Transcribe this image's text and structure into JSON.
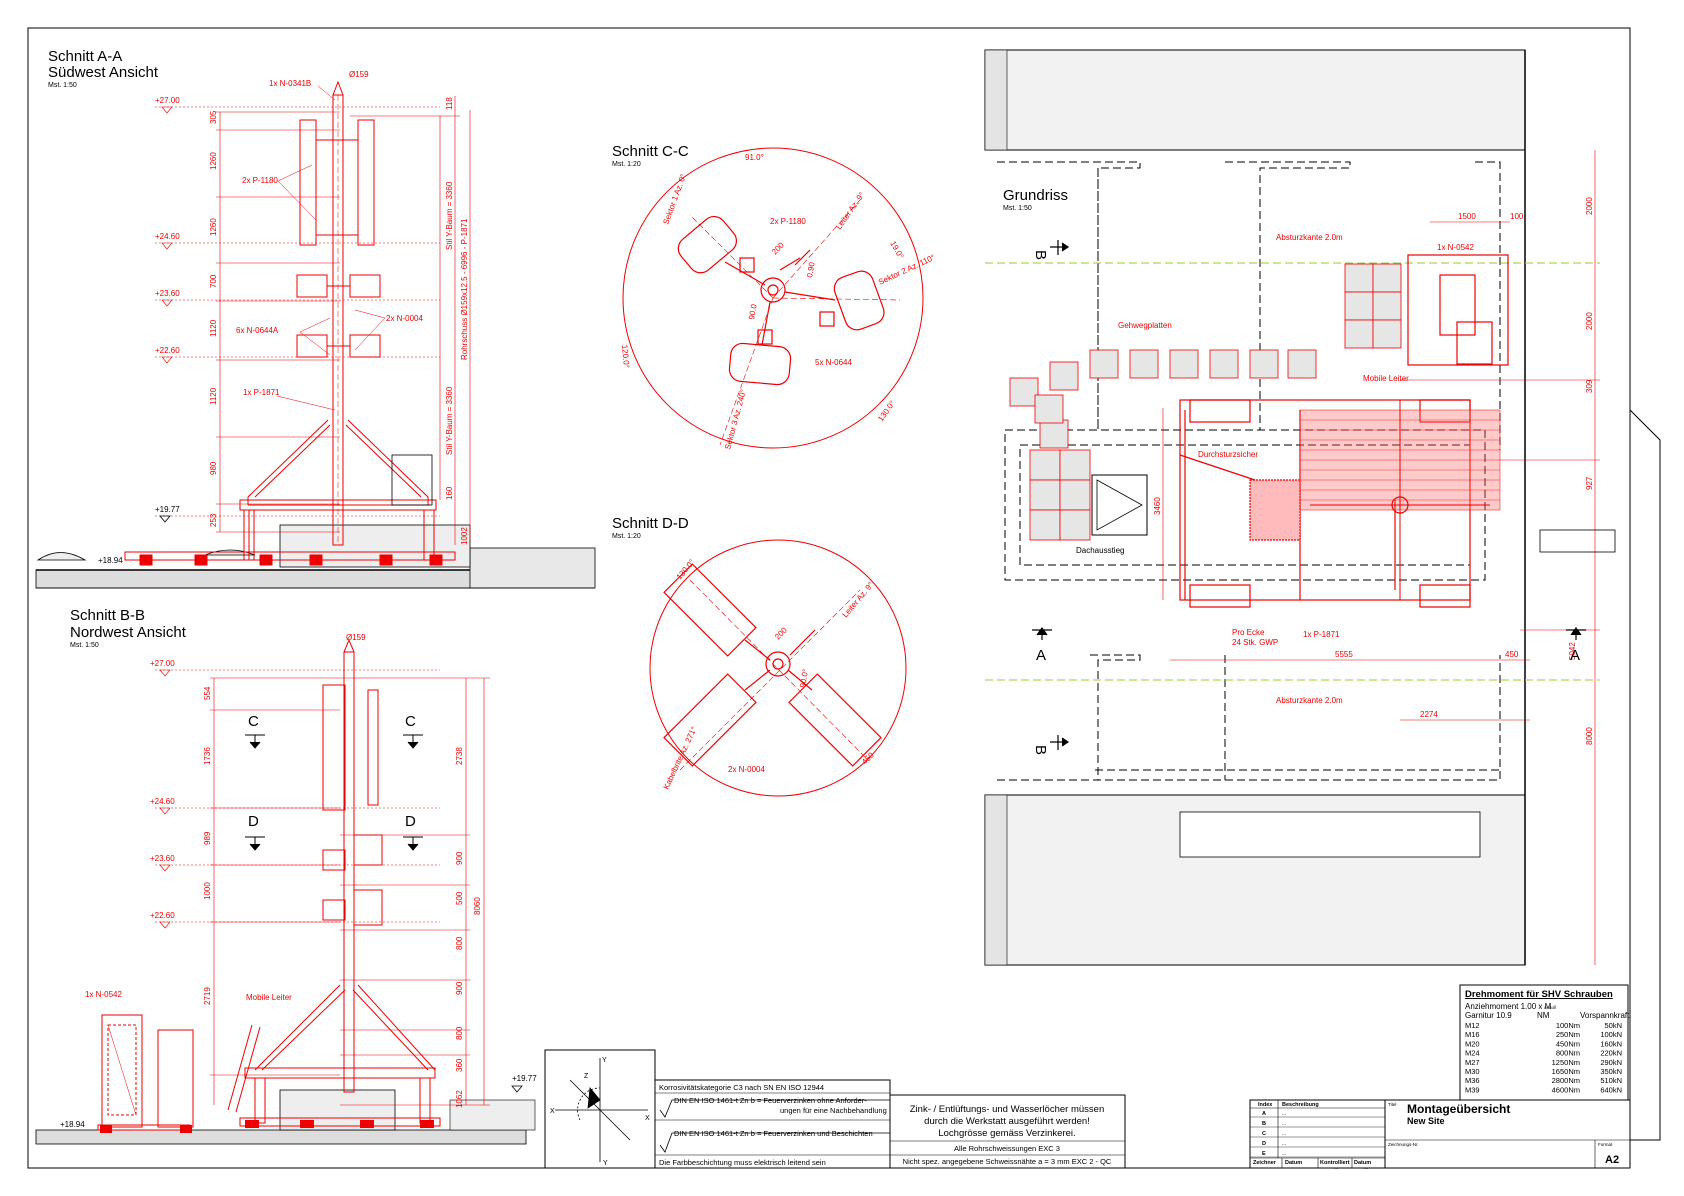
{
  "views": {
    "schnitt_aa": {
      "title1": "Schnitt A-A",
      "title2": "Südwest Ansicht",
      "scale": "Mst. 1:50"
    },
    "schnitt_bb": {
      "title1": "Schnitt B-B",
      "title2": "Nordwest Ansicht",
      "scale": "Mst. 1:50"
    },
    "schnitt_cc": {
      "title": "Schnitt C-C",
      "scale": "Mst. 1:20"
    },
    "schnitt_dd": {
      "title": "Schnitt D-D",
      "scale": "Mst. 1:20"
    },
    "grundriss": {
      "title": "Grundriss",
      "scale": "Mst. 1:50"
    }
  },
  "labels_aa": {
    "pipe_dia": "Ø159",
    "n0341b": "1x N-0341B",
    "p1180": "2x P-1180",
    "n0644a": "6x N-0644A",
    "n0004": "2x N-0004",
    "p1871": "1x P-1871",
    "lvl1": "+27.00",
    "lvl2": "+24.60",
    "lvl3": "+23.60",
    "lvl4": "+22.60",
    "lvl5": "+19.77",
    "lvl6": "+18.94",
    "d1": "305",
    "d2": "1260",
    "d3": "1260",
    "d4": "700",
    "d5": "1120",
    "d6": "1120",
    "d7": "980",
    "d8": "253",
    "r1": "118",
    "r2": "160",
    "r3": "1002",
    "v1": "Stil Y-Baum = 3360",
    "v2": "Rohrschuss Ø159x12.5 - 6996 - P-1871",
    "v3": "Stil Y-Baum = 3360"
  },
  "labels_bb": {
    "pipe_dia": "Ø159",
    "cut_c": "C",
    "cut_d": "D",
    "lvl1": "+27.00",
    "lvl2": "+24.60",
    "lvl3": "+23.60",
    "lvl4": "+22.60",
    "lvl5": "+19.77",
    "lvl6": "+18.94",
    "d1": "554",
    "d2": "1736",
    "d3": "989",
    "d4": "1000",
    "d5": "2719",
    "r1": "2738",
    "r2": "900",
    "r3": "500",
    "r4": "800",
    "r5": "900",
    "r6": "800",
    "r7": "360",
    "r8": "1062",
    "r9": "8060",
    "n0542": "1x N-0542",
    "ladder": "Mobile Leiter"
  },
  "labels_cc": {
    "a1": "91.0°",
    "a2": "19.0°",
    "a3": "120.0°",
    "a4": "130.0°",
    "p1180": "2x P-1180",
    "n0644": "5x N-0644",
    "leiter": "Leiter Az. 9°",
    "sektor1": "Sektor 1 Az. 0°",
    "sektor2": "Sektor 2 Az. 110°",
    "sektor3": "Sektor 3 Az. 240°",
    "m200": "200",
    "m090a": "0.90",
    "m090b": "90.0"
  },
  "labels_dd": {
    "a1": "130.0°",
    "a2": "90.0°",
    "leiter": "Leiter Az. 9°",
    "kabel": "Kabelbrite Az. 271°",
    "n0004": "2x N-0004",
    "m200": "200",
    "m450": "450"
  },
  "labels_grund": {
    "cut_b": "B",
    "cut_a": "A",
    "d1500": "1500",
    "d100": "100",
    "d2000a": "2000",
    "d2000b": "2000",
    "d309": "309",
    "d927": "927",
    "d3460": "3460",
    "d5555": "5555",
    "d450": "450",
    "d2274": "2274",
    "d5042": "5042",
    "d8000": "8000",
    "n0542": "1x N-0542",
    "absturz1": "Absturzkante 2.0m",
    "absturz2": "Absturzkante 2.0m",
    "gehweg": "Gehwegplatten",
    "mobile": "Mobile Leiter",
    "durchsturz": "Durchsturzsicher",
    "dachausstieg": "Dachausstieg",
    "proecke1": "Pro Ecke",
    "proecke2": "24 Stk. GWP",
    "p1871": "1x P-1871"
  },
  "torque_table": {
    "title": "Drehmoment für SHV Schrauben",
    "sub": "Anziehmoment 1.00 x M",
    "sub_small": "A-Soll",
    "headers": [
      "Garnitur 10.9",
      "NM",
      "Vorspannkraft"
    ],
    "rows": [
      [
        "M12",
        "100Nm",
        "50kN"
      ],
      [
        "M16",
        "250Nm",
        "100kN"
      ],
      [
        "M20",
        "450Nm",
        "160kN"
      ],
      [
        "M24",
        "800Nm",
        "220kN"
      ],
      [
        "M27",
        "1250Nm",
        "290kN"
      ],
      [
        "M30",
        "1650Nm",
        "350kN"
      ],
      [
        "M36",
        "2800Nm",
        "510kN"
      ],
      [
        "M39",
        "4600Nm",
        "640kN"
      ]
    ]
  },
  "notes": {
    "korr": "Korrosivitätskategorie C3 nach SN EN ISO 12944",
    "din1a": "DIN EN ISO 1461-t Zn b = Feuerverzinken ohne Anforder-",
    "din1b": "ungen für eine Nachbehandlung",
    "din2": "DIN EN ISO 1461-t Zn b = Feuerverzinken und Beschichten",
    "farb": "Die Farbbeschichtung muss elektrisch leitend sein",
    "zink1": "Zink- / Entlüftungs- und Wasserlöcher müssen",
    "zink2": "durch die Werkstatt ausgeführt werden!",
    "zink3": "Lochgrösse gemäss Verzinkerei.",
    "weld1": "Alle Rohrschweissungen EXC 3",
    "weld2": "Nicht spez. angegebene Schweissnähte a = 3 mm EXC 2 - QC"
  },
  "revision": {
    "index": "Index",
    "beschreibung": "Beschreibung",
    "rows": [
      "A",
      "B",
      "C",
      "D",
      "E"
    ],
    "dash": "...",
    "zeichner": "Zeichner",
    "datum": "Datum",
    "kontrolliert": "Kontrolliert",
    "datum2": "Datum",
    "foot_val": "..."
  },
  "titleblock": {
    "label_titel": "Titel",
    "title": "Montageübersicht",
    "site": "New Site",
    "label_nr": "Zeichnungs-Nr.",
    "label_format": "Format",
    "format": "A2"
  },
  "coord": {
    "x": "X",
    "y": "Y",
    "z": "Z"
  }
}
